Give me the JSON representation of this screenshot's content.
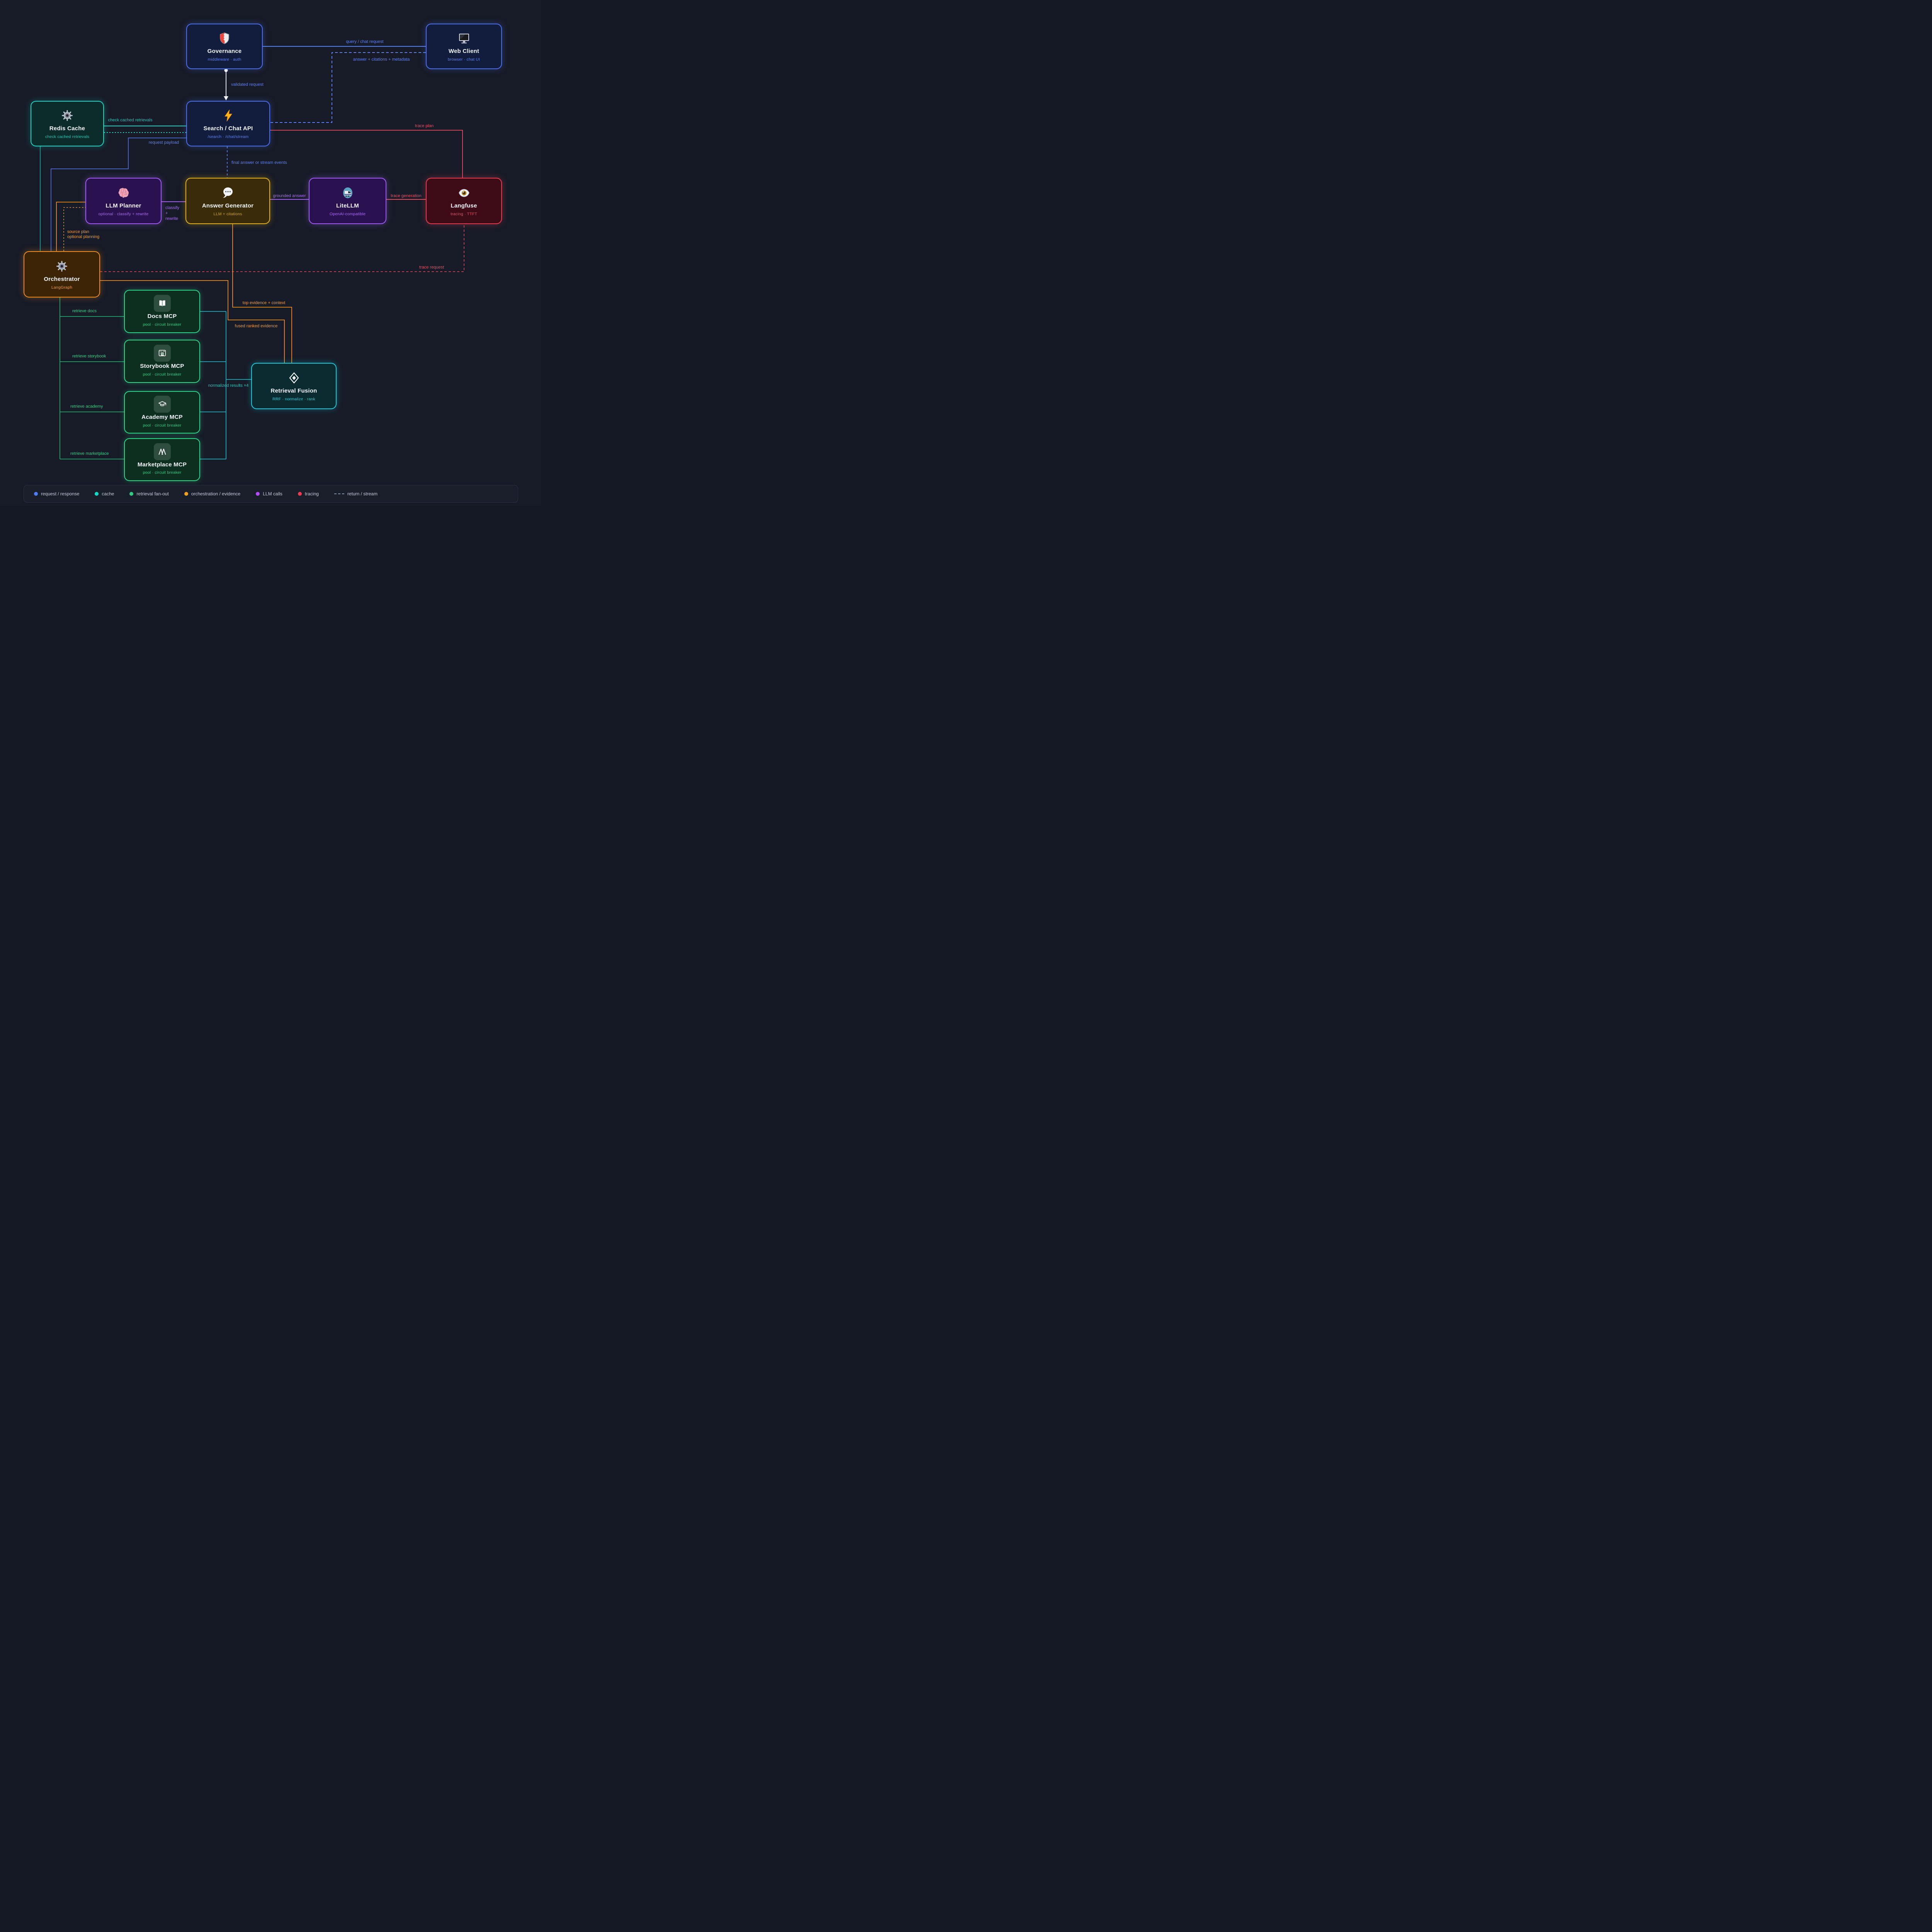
{
  "nodes": {
    "governance": {
      "title": "Governance",
      "subtitle": "middleware · auth",
      "icon": "shield-icon"
    },
    "web_client": {
      "title": "Web Client",
      "subtitle": "browser · chat UI",
      "icon": "desktop-icon"
    },
    "redis_cache": {
      "title": "Redis Cache",
      "subtitle": "check cached retrievals",
      "icon": "gear-icon"
    },
    "search_api": {
      "title": "Search / Chat API",
      "subtitle": "/search · /chat/stream",
      "icon": "lightning-icon"
    },
    "llm_planner": {
      "title": "LLM Planner",
      "subtitle": "optional · classify + rewrite",
      "icon": "brain-icon"
    },
    "answer_generator": {
      "title": "Answer Generator",
      "subtitle": "LLM + citations",
      "icon": "speech-balloon-icon"
    },
    "litellm": {
      "title": "LiteLLM",
      "subtitle": "OpenAI-compatible",
      "icon": "train-icon"
    },
    "langfuse": {
      "title": "Langfuse",
      "subtitle": "tracing · TTFT",
      "icon": "eye-icon"
    },
    "orchestrator": {
      "title": "Orchestrator",
      "subtitle": "LangGraph",
      "icon": "gear-icon"
    },
    "docs_mcp": {
      "title": "Docs MCP",
      "subtitle": "pool · circuit breaker",
      "icon": "open-book-icon"
    },
    "storybook_mcp": {
      "title": "Storybook MCP",
      "subtitle": "pool · circuit breaker",
      "icon": "storybook-window-icon"
    },
    "academy_mcp": {
      "title": "Academy MCP",
      "subtitle": "pool · circuit breaker",
      "icon": "graduation-cap-icon"
    },
    "marketplace_mcp": {
      "title": "Marketplace MCP",
      "subtitle": "pool · circuit breaker",
      "icon": "mountain-m-icon"
    },
    "retrieval_fusion": {
      "title": "Retrieval Fusion",
      "subtitle": "RRF · normalize · rank",
      "icon": "diamond-icon"
    }
  },
  "edge_labels": {
    "query_chat_request": "query / chat request",
    "answer_citations": "answer + citations + metadata",
    "validated_request": "validated request",
    "check_cached": "check cached retrievals",
    "request_payload": "request payload",
    "trace_plan": "trace plan",
    "final_answer": "final answer or stream events",
    "classify_l1": "classify",
    "classify_l2": "+",
    "classify_l3": "rewrite",
    "grounded_answer": "grounded answer",
    "trace_generation": "trace generation",
    "source_plan_l1": "source plan",
    "source_plan_l2": "optional planning",
    "trace_request": "trace request",
    "top_evidence": "top evidence + context",
    "fused_evidence": "fused ranked evidence",
    "retrieve_docs": "retrieve docs",
    "retrieve_storybook": "retrieve storybook",
    "retrieve_academy": "retrieve academy",
    "retrieve_marketplace": "retrieve marketplace",
    "normalized_results": "normalized results ×4"
  },
  "legend": {
    "items": [
      {
        "label": "request / response",
        "color": "#4f7df9"
      },
      {
        "label": "cache",
        "color": "#10d9c4"
      },
      {
        "label": "retrieval fan-out",
        "color": "#2fcb7e"
      },
      {
        "label": "orchestration / evidence",
        "color": "#f59e1b"
      },
      {
        "label": "LLM calls",
        "color": "#b44bf7"
      },
      {
        "label": "tracing",
        "color": "#ef3b52"
      },
      {
        "label": "return / stream",
        "color": "#8a93a6",
        "style": "dashed"
      }
    ]
  },
  "colors": {
    "background": "#171b27",
    "request_response": "#5b82f5",
    "cache": "#14d6c3",
    "retrieval_fanout": "#2bcf86",
    "orchestration_evidence": "#ef8c17",
    "llm_calls": "#a45bf7",
    "tracing": "#e83a50",
    "return_stream": "#e8ecf2"
  }
}
